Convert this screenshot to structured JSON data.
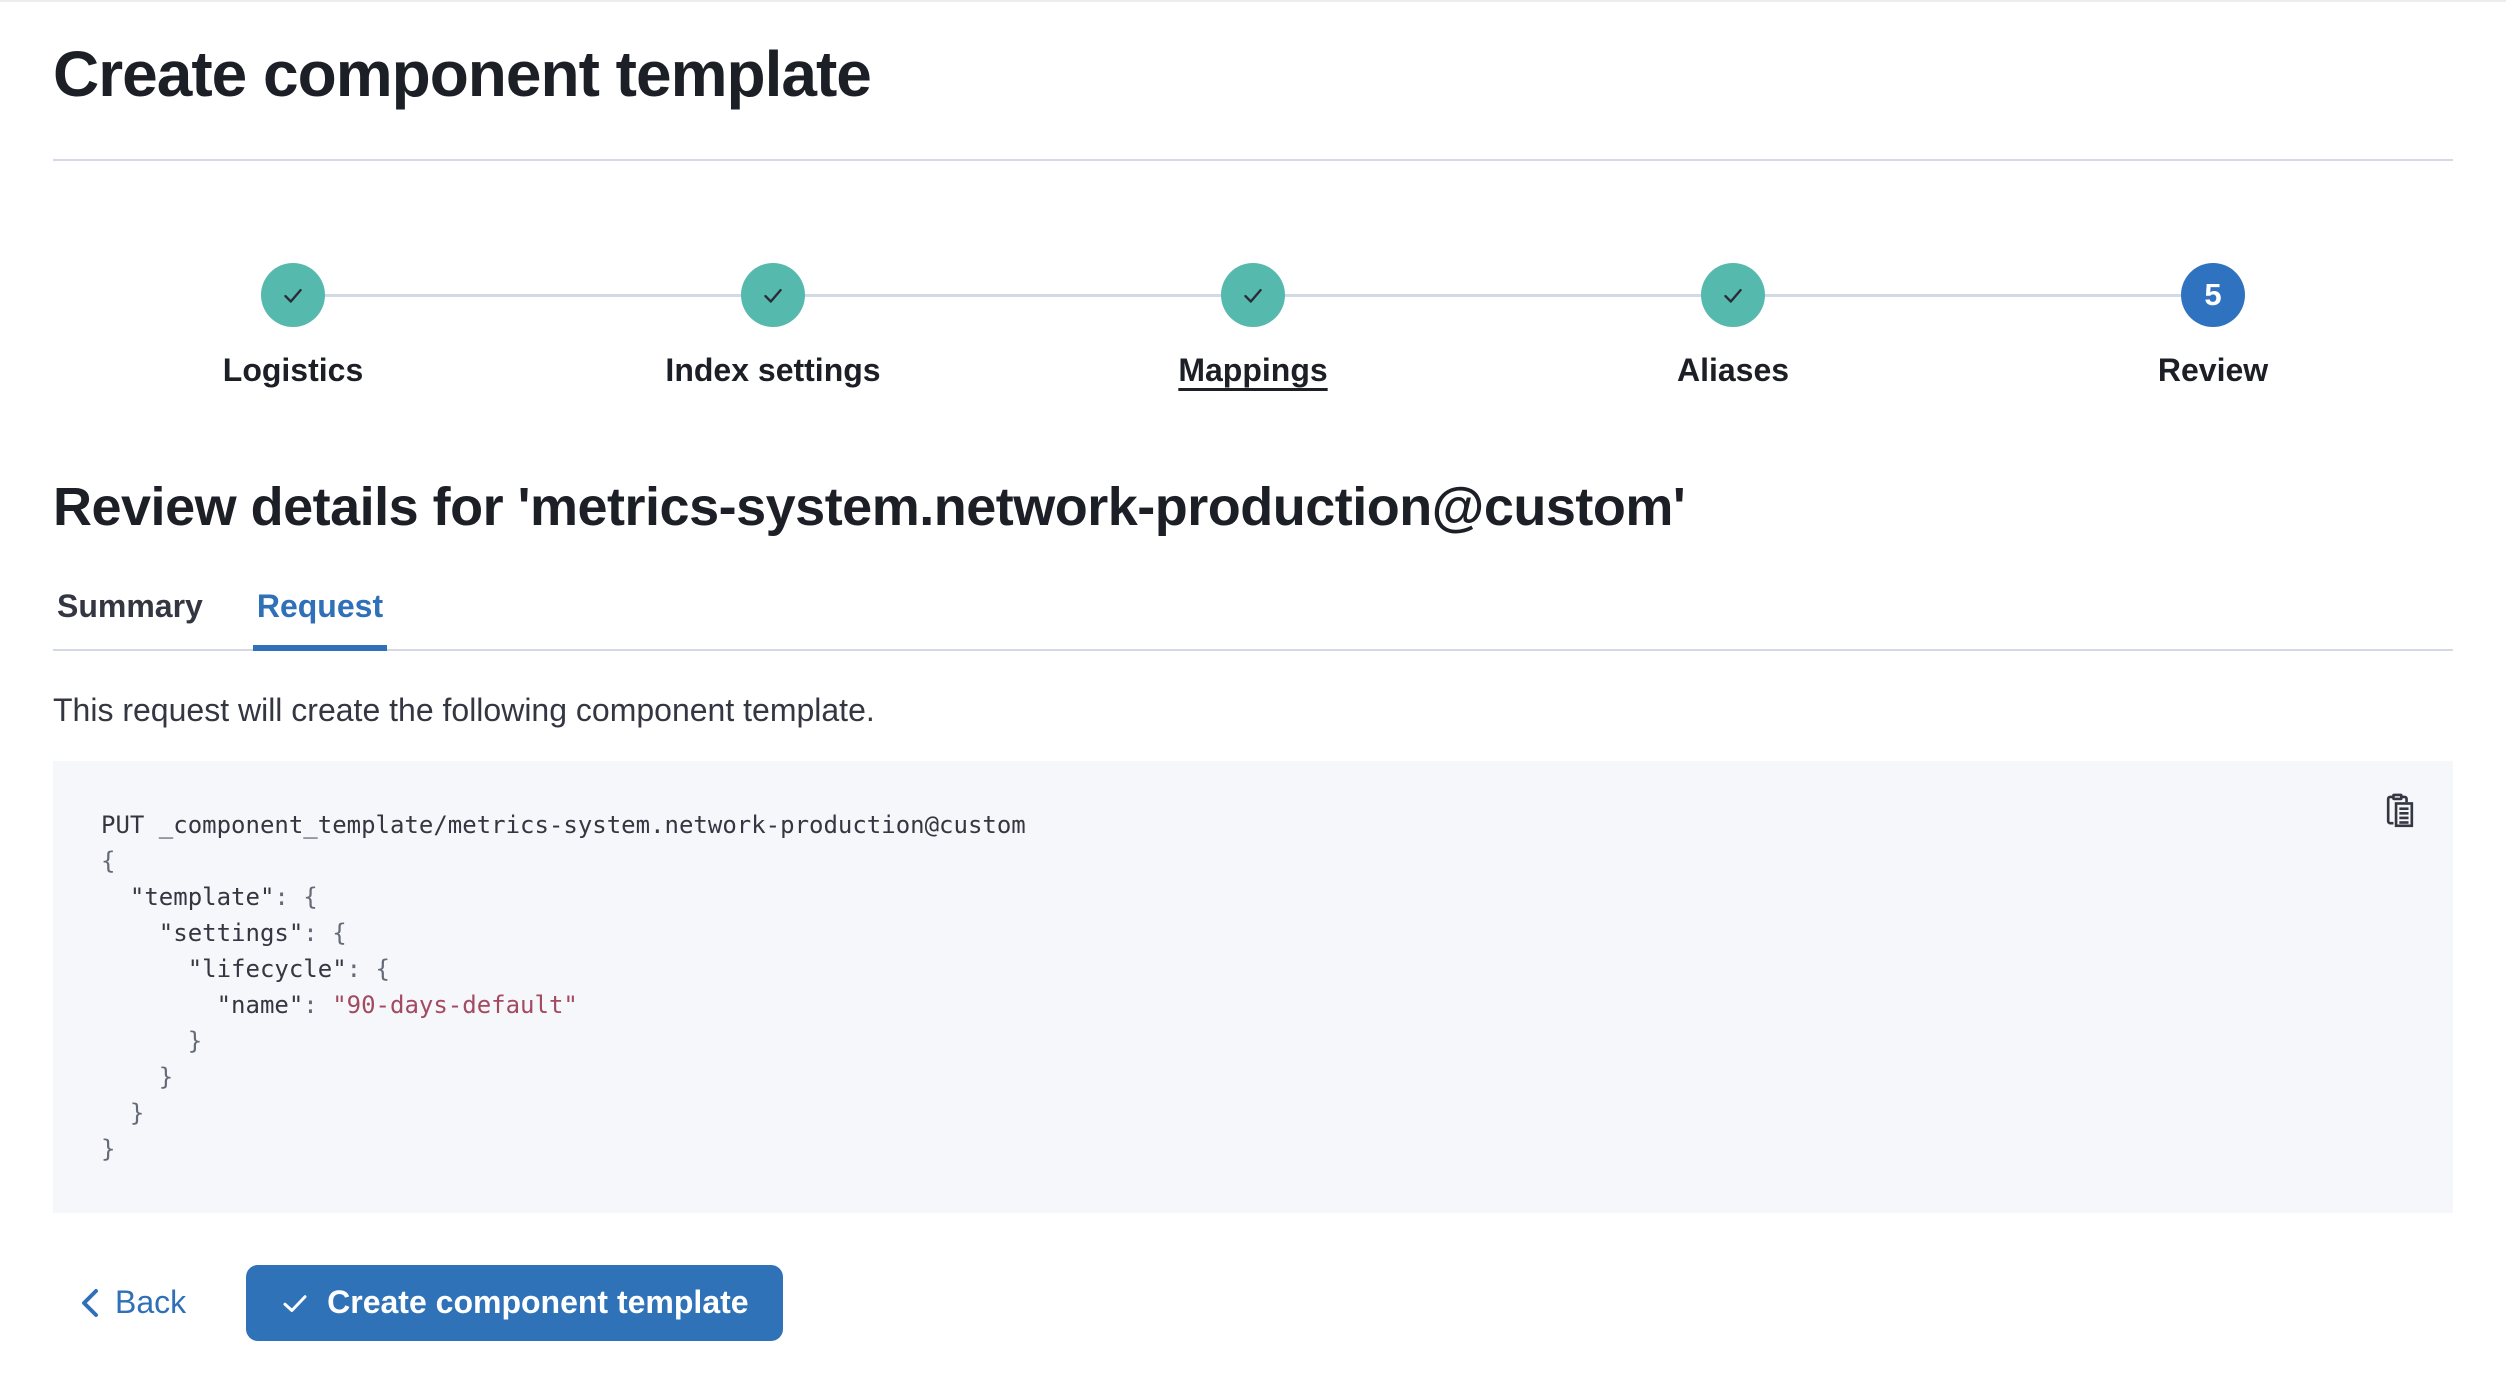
{
  "page": {
    "title": "Create component template"
  },
  "stepper": {
    "steps": [
      {
        "label": "Logistics",
        "state": "complete",
        "underlined": false
      },
      {
        "label": "Index settings",
        "state": "complete",
        "underlined": false
      },
      {
        "label": "Mappings",
        "state": "complete",
        "underlined": true
      },
      {
        "label": "Aliases",
        "state": "complete",
        "underlined": false
      },
      {
        "label": "Review",
        "state": "current",
        "underlined": false,
        "number": "5"
      }
    ]
  },
  "review": {
    "heading": "Review details for 'metrics-system.network-production@custom'"
  },
  "tabs": [
    {
      "label": "Summary",
      "active": false
    },
    {
      "label": "Request",
      "active": true
    }
  ],
  "request_tab": {
    "description": "This request will create the following component template.",
    "code_lines": [
      [
        {
          "t": "PUT _component_template/metrics-system.network-production@custom",
          "y": "k"
        }
      ],
      [
        {
          "t": "{",
          "y": "p"
        }
      ],
      [
        {
          "t": "  ",
          "y": "p"
        },
        {
          "t": "\"template\"",
          "y": "k"
        },
        {
          "t": ": {",
          "y": "p"
        }
      ],
      [
        {
          "t": "    ",
          "y": "p"
        },
        {
          "t": "\"settings\"",
          "y": "k"
        },
        {
          "t": ": {",
          "y": "p"
        }
      ],
      [
        {
          "t": "      ",
          "y": "p"
        },
        {
          "t": "\"lifecycle\"",
          "y": "k"
        },
        {
          "t": ": {",
          "y": "p"
        }
      ],
      [
        {
          "t": "        ",
          "y": "p"
        },
        {
          "t": "\"name\"",
          "y": "k"
        },
        {
          "t": ": ",
          "y": "p"
        },
        {
          "t": "\"90-days-default\"",
          "y": "s"
        }
      ],
      [
        {
          "t": "      }",
          "y": "p"
        }
      ],
      [
        {
          "t": "    }",
          "y": "p"
        }
      ],
      [
        {
          "t": "  }",
          "y": "p"
        }
      ],
      [
        {
          "t": "}",
          "y": "p"
        }
      ]
    ]
  },
  "icons": {
    "copy": "copy-clipboard-icon",
    "back": "chevron-left-icon",
    "submit": "check-icon",
    "step_complete": "check-icon"
  },
  "footer": {
    "back_label": "Back",
    "submit_label": "Create component template"
  },
  "colors": {
    "primary": "#2f70b8",
    "primary_button_fill": "#2f72b8",
    "current_step_fill": "#2f72c0",
    "success_step_fill": "#55b9ad",
    "text": "#343741",
    "heading": "#1d1f26",
    "divider": "#d3dae6",
    "code_background": "#f5f7fa",
    "code_punctuation": "#646a77",
    "code_string": "#a34a61"
  }
}
